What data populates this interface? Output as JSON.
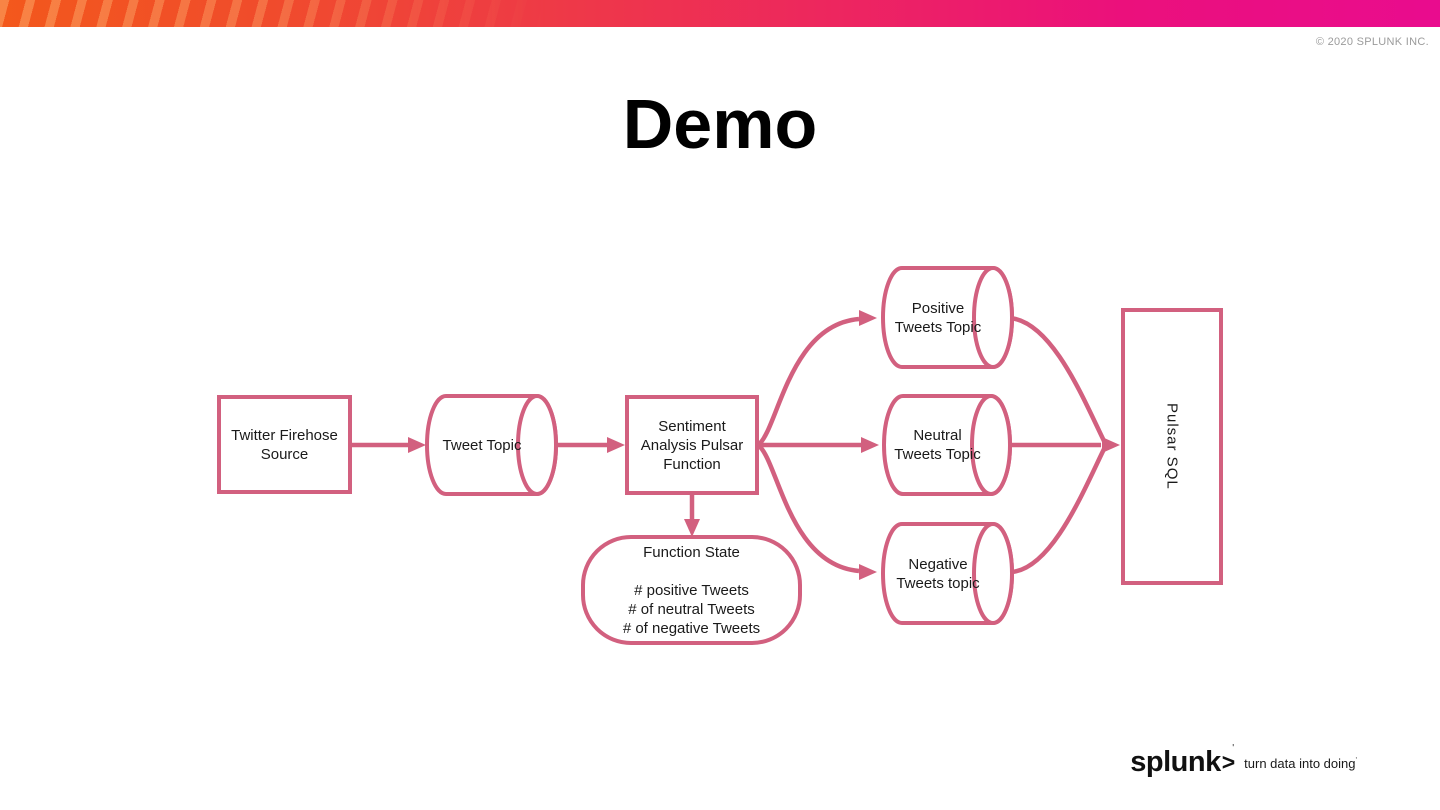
{
  "header": {
    "copyright": "© 2020 SPLUNK INC."
  },
  "title": "Demo",
  "colors": {
    "diagram_pink": "#D2607F",
    "bar_orange": "#F3581C",
    "bar_red": "#ED3A46",
    "bar_magenta": "#E90C8E",
    "copyright_gray": "#9B9B9B"
  },
  "diagram": {
    "twitter_source": {
      "line1": "Twitter Firehose",
      "line2": "Source"
    },
    "tweet_topic": {
      "line1": "Tweet Topic"
    },
    "sentiment_function": {
      "line1": "Sentiment",
      "line2": "Analysis Pulsar",
      "line3": "Function"
    },
    "function_state": {
      "title": "Function State",
      "item1": "# positive Tweets",
      "item2": "# of neutral Tweets",
      "item3": "# of negative Tweets"
    },
    "positive_topic": {
      "line1": "Positive",
      "line2": "Tweets Topic"
    },
    "neutral_topic": {
      "line1": "Neutral",
      "line2": "Tweets Topic"
    },
    "negative_topic": {
      "line1": "Negative",
      "line2": "Tweets topic"
    },
    "pulsar_sql": {
      "label": "Pulsar SQL"
    }
  },
  "footer": {
    "wordmark": "splunk",
    "chevron": ">",
    "spark": "'",
    "tagline": "turn data into doing",
    "trademark": "'"
  }
}
